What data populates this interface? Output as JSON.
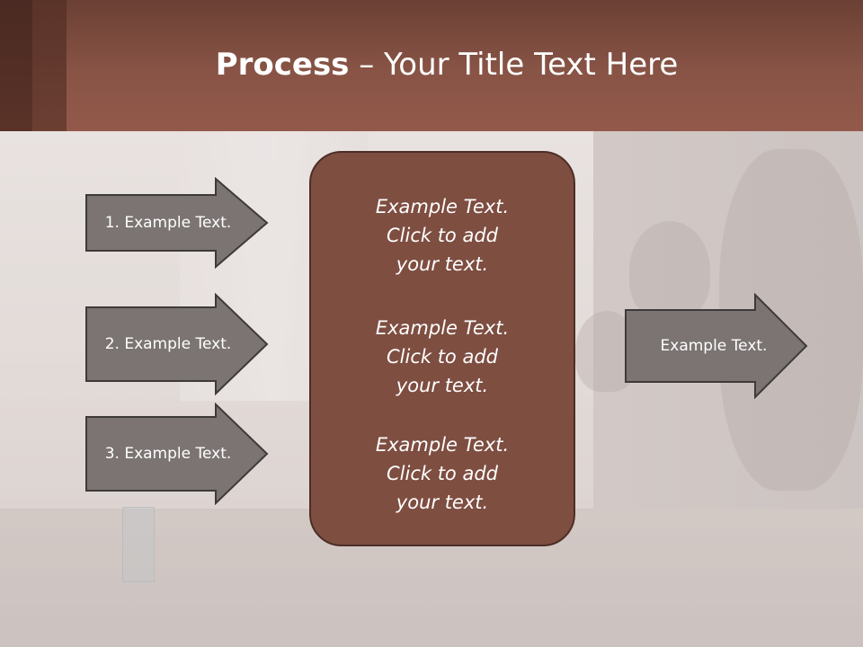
{
  "title": {
    "bold": "Process",
    "rest": " – Your Title Text Here"
  },
  "left_arrows": [
    {
      "label": "1. Example Text."
    },
    {
      "label": "2. Example Text."
    },
    {
      "label": "3. Example Text."
    }
  ],
  "center_box": {
    "blocks": [
      {
        "line1": "Example Text.",
        "line2": "Click  to add",
        "line3": "your text."
      },
      {
        "line1": "Example Text.",
        "line2": "Click  to add",
        "line3": "your text."
      },
      {
        "line1": "Example Text.",
        "line2": "Click  to add",
        "line3": "your text."
      }
    ]
  },
  "right_arrow": {
    "label": "Example Text."
  },
  "colors": {
    "banner": "#885446",
    "box_fill": "#7e4e41",
    "arrow_fill": "#7b7472",
    "arrow_stroke": "#3e3a3a"
  }
}
